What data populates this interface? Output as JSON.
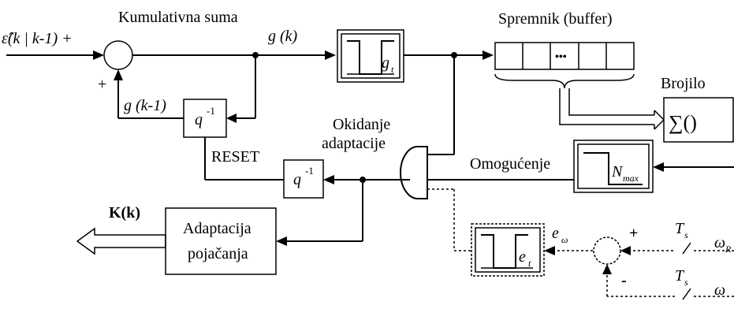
{
  "labels": {
    "input_signal": "ε̂(k | k-1) +",
    "cumsum_title": "Kumulativna suma",
    "g_k": "g (k)",
    "g_k_minus_1": "g (k-1)",
    "plus_feedback": "+",
    "q_inv": "q",
    "q_exp": "-1",
    "reset": "RESET",
    "buffer_title": "Spremnik (buffer)",
    "buffer_dots": "•••",
    "counter_title": "Brojilo",
    "counter_symbol": "∑()",
    "trigger_line1": "Okidanje",
    "trigger_line2": "adaptacije",
    "enable": "Omogućenje",
    "gt_main": "g",
    "gt_sub": "t",
    "nmax_main": "N",
    "nmax_sub": "max",
    "et_main": "e",
    "et_sub": "t",
    "ew_main": "e",
    "ew_sub": "ω",
    "adapt_line1": "Adaptacija",
    "adapt_line2": "pojačanja",
    "gain_output": "K(k)",
    "plus_err": "+",
    "minus_err": "-",
    "ts1_main": "T",
    "ts1_sub": "s",
    "ts2_main": "T",
    "ts2_sub": "s",
    "wr_main": "ω",
    "wr_sub": "R",
    "w": "ω"
  }
}
